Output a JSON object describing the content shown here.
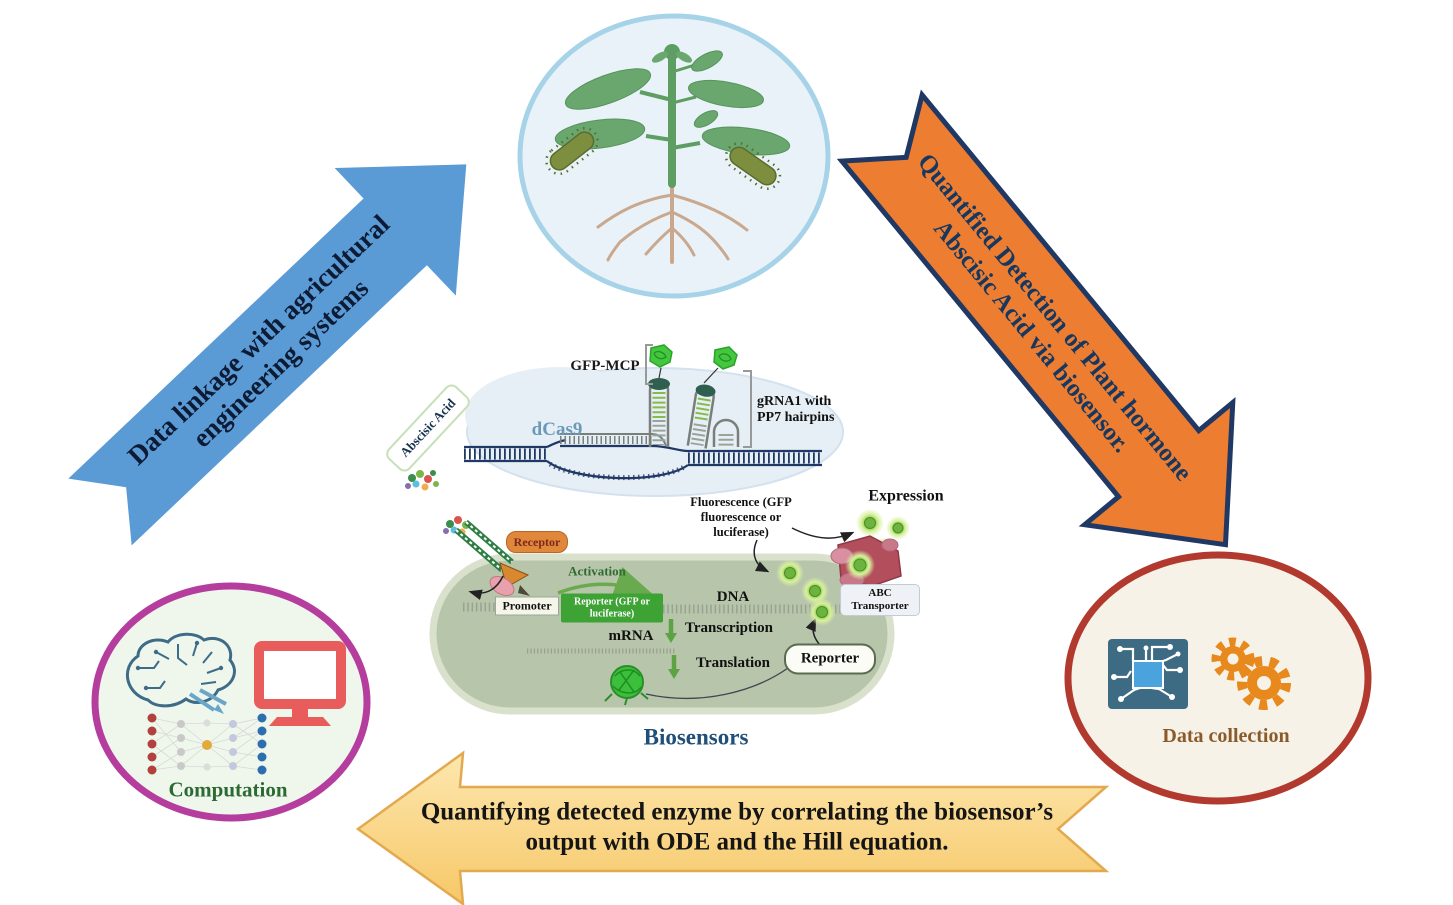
{
  "colors": {
    "blue_arrow": "#5b9bd5",
    "orange_arrow": "#ed7d31",
    "orange_arrow_border": "#1f3864",
    "yellow_arrow": "#f8d07c",
    "plant_circle_border": "#a6d3e8",
    "computation_circle_border": "#b53d9e",
    "data_circle_border": "#b2392e",
    "biosensors_title": "#1f4e79",
    "computation_label": "#2d6a33",
    "data_collection_label": "#8a5a2b",
    "reporter_gene_box": "#3ea335",
    "receptor_pill": "#e0873a",
    "cell_fill": "#b7c5aa"
  },
  "cycle": {
    "plant_node": {
      "icons": [
        "plant-icon",
        "bacteria-icon"
      ]
    },
    "computation_node": {
      "label": "Computation",
      "icons": [
        "circuit-brain-icon",
        "monitor-icon",
        "neural-network-icon"
      ]
    },
    "data_collection_node": {
      "label": "Data collection",
      "icons": [
        "chip-icon",
        "gears-icon"
      ]
    },
    "arrows": {
      "blue": {
        "label": "Data linkage with agricultural engineering systems"
      },
      "orange": {
        "label": "Quantified Detection of Plant hormone Abscisic Acid via biosensor."
      },
      "yellow": {
        "label": "Quantifying detected enzyme by correlating the biosensor’s output with ODE and the Hill equation."
      }
    }
  },
  "biosensor": {
    "title": "Biosensors",
    "crispr": {
      "abscisic_acid": "Abscisic Acid",
      "gfp_mcp": "GFP-MCP",
      "dcas9": "dCas9",
      "grna": "gRNA1 with PP7 hairpins"
    },
    "cell": {
      "receptor": "Receptor",
      "activation": "Activation",
      "promoter": "Promoter",
      "reporter_gene": "Reporter (GFP or luciferase)",
      "dna": "DNA",
      "transcription": "Transcription",
      "mrna": "mRNA",
      "translation": "Translation",
      "reporter": "Reporter",
      "abc_transporter": "ABC Transporter"
    },
    "outputs": {
      "fluorescence": "Fluorescence (GFP fluorescence or luciferase)",
      "expression": "Expression"
    }
  }
}
